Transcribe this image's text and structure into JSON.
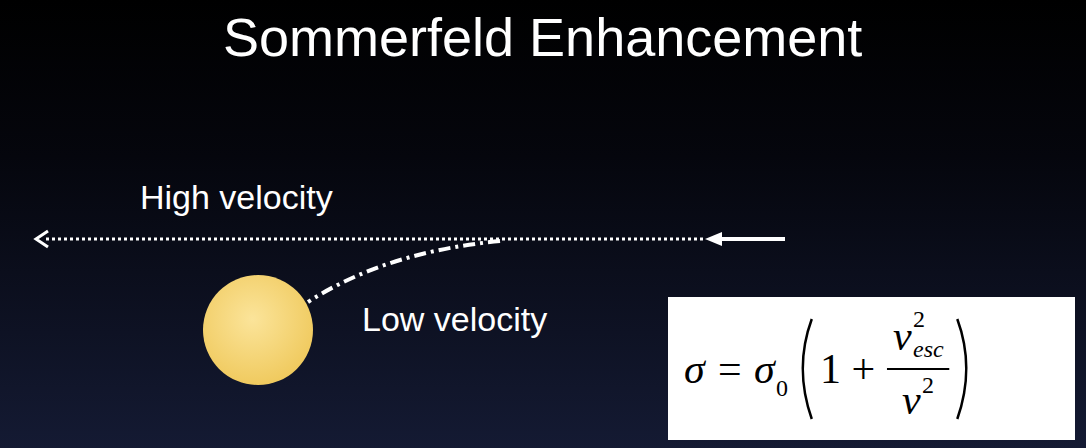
{
  "diagram": {
    "title": "Sommerfeld Enhancement",
    "nodes": [
      {
        "text": [
          "σ = σ",
          "0",
          "1 +",
          "v",
          "2",
          "esc",
          "v",
          "2"
        ]
      }
    ],
    "labels": [
      "High velocity",
      "Low velocity"
    ]
  }
}
